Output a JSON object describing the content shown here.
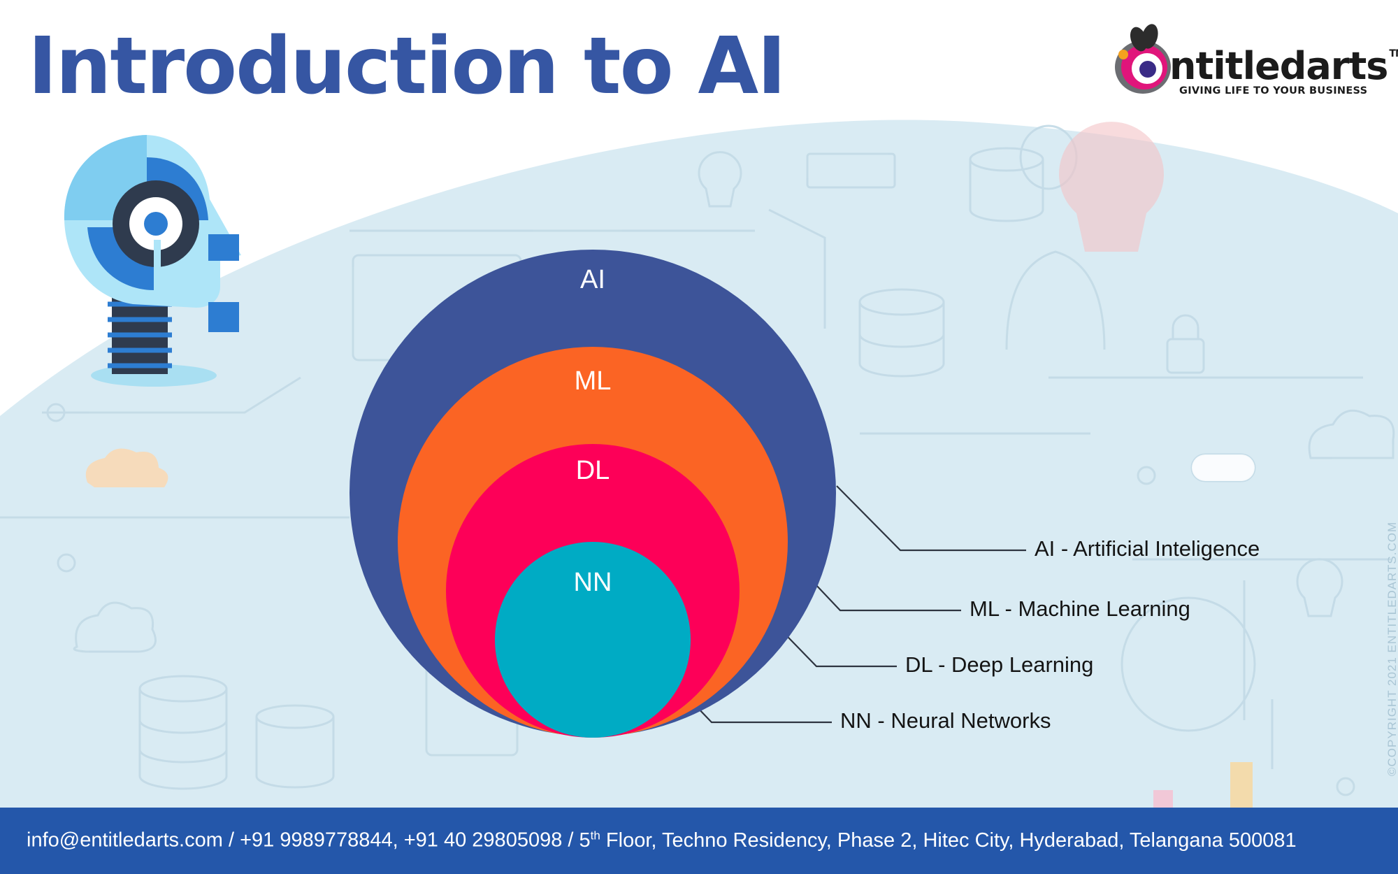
{
  "header": {
    "title": "Introduction to AI"
  },
  "logo": {
    "wordmark": "ntitledarts",
    "trademark": "TM",
    "tagline": "GIVING LIFE TO YOUR BUSINESS"
  },
  "diagram": {
    "circles": [
      {
        "label": "AI",
        "legend": "AI - Artificial Inteligence",
        "color": "#3d5499"
      },
      {
        "label": "ML",
        "legend": "ML - Machine Learning",
        "color": "#fb6424"
      },
      {
        "label": "DL",
        "legend": "DL - Deep Learning",
        "color": "#fd0058"
      },
      {
        "label": "NN",
        "legend": "NN - Neural Networks",
        "color": "#00abc4"
      }
    ]
  },
  "watermark": {
    "copyright": "©COPYRIGHT 2021 ENTITLEDARTS.COM"
  },
  "footer": {
    "email": "info@entitledarts.com",
    "phones": "+91 9989778844, +91 40 29805098",
    "address_prefix": "5",
    "address_sup": "th",
    "address_rest": " Floor, Techno Residency, Phase 2, Hitec City, Hyderabad, Telangana 500081",
    "separator": "/"
  },
  "colors": {
    "title": "#3656a3",
    "footer_bg": "#2457aa",
    "background_wash": "#d9ebf3"
  }
}
